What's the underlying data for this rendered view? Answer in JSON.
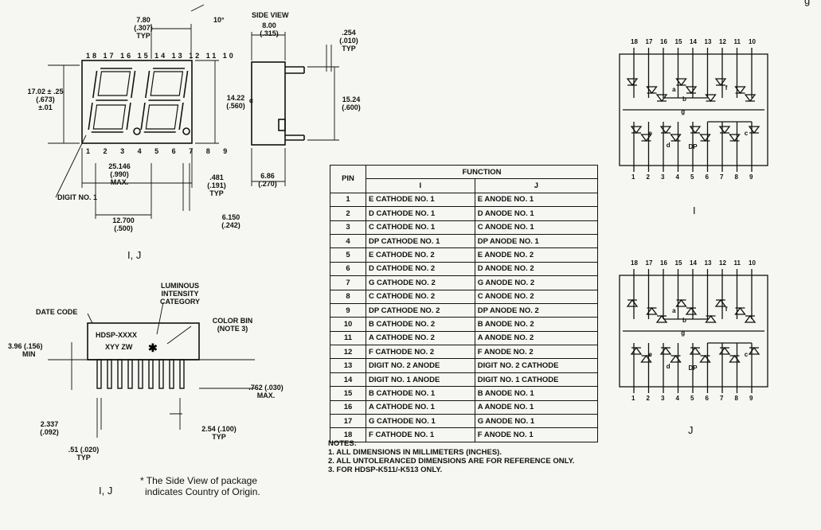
{
  "top_right_label": "g",
  "front_view": {
    "top_pins": [
      "18",
      "17",
      "16",
      "15",
      "14",
      "13",
      "12",
      "11",
      "10"
    ],
    "bottom_pins": [
      "1",
      "2",
      "3",
      "4",
      "5",
      "6",
      "7",
      "8",
      "9"
    ],
    "dim_top": [
      "7.80",
      "(.307)",
      "TYP"
    ],
    "angle": "10°",
    "dim_left": [
      "17.02 ± .25",
      "(.673)",
      "±.01"
    ],
    "dim_right": [
      "14.22",
      "(.560)"
    ],
    "cl": "¢",
    "dim_width": [
      "25.146",
      "(.990)",
      "MAX."
    ],
    "dim_pin_pitch": [
      "12.700",
      "(.500)"
    ],
    "dim_lead": [
      ".481",
      "(.191)",
      "TYP"
    ],
    "dim_lead2": [
      "6.150",
      "(.242)"
    ],
    "digit_label": "DIGIT NO. 1",
    "caption": "I, J"
  },
  "side_view": {
    "title": "SIDE VIEW",
    "dim_top": [
      "8.00",
      "(.315)"
    ],
    "dim_lead": [
      ".254",
      "(.010)",
      "TYP"
    ],
    "dim_height": [
      "15.24",
      "(.600)"
    ],
    "dim_bottom": [
      "6.86",
      "(.270)"
    ]
  },
  "bottom_view": {
    "luminous": [
      "LUMINOUS",
      "INTENSITY",
      "CATEGORY"
    ],
    "date_code": "DATE CODE",
    "color_bin": [
      "COLOR BIN",
      "(NOTE 3)"
    ],
    "part_marking": "HDSP-XXXX",
    "lot_marking": "XYY ZW",
    "dim_left": [
      "3.96 (.156)",
      "MIN"
    ],
    "dim_right": [
      ".762 (.030)",
      "MAX."
    ],
    "dim_pitch": [
      "2.54 (.100)",
      "TYP"
    ],
    "dim_bl": [
      "2.337",
      "(.092)"
    ],
    "dim_lead": [
      ".51 (.020)",
      "TYP"
    ],
    "caption": "I, J",
    "footnote": [
      "* The Side View of package",
      "indicates Country of Origin."
    ]
  },
  "table": {
    "header_pin": "PIN",
    "header_function": "FUNCTION",
    "header_i": "I",
    "header_j": "J",
    "rows": [
      {
        "pin": "1",
        "i": "E CATHODE NO. 1",
        "j": "E ANODE NO. 1"
      },
      {
        "pin": "2",
        "i": "D CATHODE NO. 1",
        "j": "D ANODE NO. 1"
      },
      {
        "pin": "3",
        "i": "C CATHODE NO. 1",
        "j": "C ANODE NO. 1"
      },
      {
        "pin": "4",
        "i": "DP CATHODE NO. 1",
        "j": "DP ANODE NO. 1"
      },
      {
        "pin": "5",
        "i": "E CATHODE NO. 2",
        "j": "E ANODE NO. 2"
      },
      {
        "pin": "6",
        "i": "D CATHODE NO. 2",
        "j": "D ANODE NO. 2"
      },
      {
        "pin": "7",
        "i": "G CATHODE NO. 2",
        "j": "G ANODE NO. 2"
      },
      {
        "pin": "8",
        "i": "C CATHODE NO. 2",
        "j": "C ANODE NO. 2"
      },
      {
        "pin": "9",
        "i": "DP CATHODE NO. 2",
        "j": "DP ANODE NO. 2"
      },
      {
        "pin": "10",
        "i": "B CATHODE NO. 2",
        "j": "B ANODE NO. 2"
      },
      {
        "pin": "11",
        "i": "A CATHODE NO. 2",
        "j": "A ANODE NO. 2"
      },
      {
        "pin": "12",
        "i": "F CATHODE NO. 2",
        "j": "F ANODE NO. 2"
      },
      {
        "pin": "13",
        "i": "DIGIT NO. 2 ANODE",
        "j": "DIGIT NO. 2 CATHODE"
      },
      {
        "pin": "14",
        "i": "DIGIT NO. 1 ANODE",
        "j": "DIGIT NO. 1 CATHODE"
      },
      {
        "pin": "15",
        "i": "B CATHODE NO. 1",
        "j": "B ANODE NO. 1"
      },
      {
        "pin": "16",
        "i": "A CATHODE NO. 1",
        "j": "A ANODE NO. 1"
      },
      {
        "pin": "17",
        "i": "G CATHODE NO. 1",
        "j": "G ANODE NO. 1"
      },
      {
        "pin": "18",
        "i": "F CATHODE NO. 1",
        "j": "F ANODE NO. 1"
      }
    ]
  },
  "notes": {
    "title": "NOTES:",
    "items": [
      "1. ALL DIMENSIONS IN MILLIMETERS (INCHES).",
      "2. ALL UNTOLERANCED DIMENSIONS ARE FOR REFERENCE ONLY.",
      "3. FOR HDSP-K511/-K513 ONLY."
    ]
  },
  "schematics": {
    "top_pins": [
      "18",
      "17",
      "16",
      "15",
      "14",
      "13",
      "12",
      "11",
      "10"
    ],
    "bottom_pins": [
      "1",
      "2",
      "3",
      "4",
      "5",
      "6",
      "7",
      "8",
      "9"
    ],
    "dp_label": "DP",
    "seg_labels": [
      "a",
      "b",
      "c",
      "d",
      "e",
      "f",
      "g"
    ],
    "label_i": "I",
    "label_j": "J"
  }
}
